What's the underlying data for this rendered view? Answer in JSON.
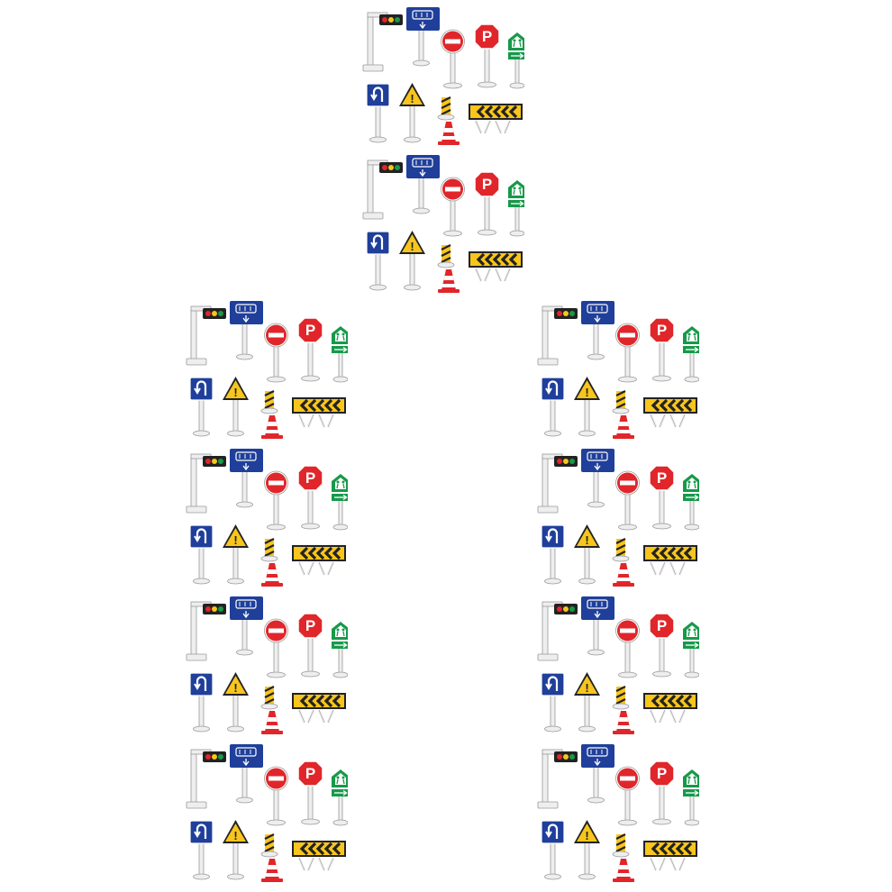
{
  "image": {
    "subject": "toy road sign set",
    "background": "#ffffff",
    "colors": {
      "blue": "#1f3f9a",
      "red": "#e0262a",
      "yellow": "#f7c51c",
      "green": "#17994a",
      "pole": "#eeeeee",
      "outline": "#9a9a9a"
    },
    "sign_set": {
      "signs": [
        {
          "id": "traffic-light",
          "icon": "traffic-light-icon"
        },
        {
          "id": "bus-stop",
          "icon": "bus-icon"
        },
        {
          "id": "no-entry",
          "icon": "no-entry-icon"
        },
        {
          "id": "parking",
          "icon": "parking-icon",
          "text": "P"
        },
        {
          "id": "pedestrian-crossing",
          "icon": "pedestrian-icon"
        },
        {
          "id": "u-turn",
          "icon": "u-turn-icon"
        },
        {
          "id": "warning",
          "icon": "warning-icon",
          "text": "!"
        },
        {
          "id": "striped-post",
          "icon": "hazard-post-icon"
        },
        {
          "id": "chevron-barrier",
          "icon": "chevron-barrier-icon",
          "text": "‹‹‹‹‹"
        },
        {
          "id": "traffic-cone",
          "icon": "traffic-cone-icon"
        }
      ]
    }
  }
}
